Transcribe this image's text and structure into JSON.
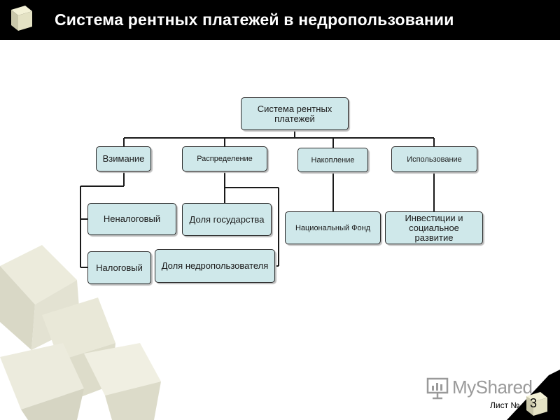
{
  "header": {
    "title": "Система рентных платежей в недропользовании"
  },
  "diagram": {
    "root": "Система рентных платежей",
    "branches": {
      "vzimanie": "Взимание",
      "raspredelenie": "Распределение",
      "nakoplenie": "Накопление",
      "ispolzovanie": "Использование"
    },
    "leaves": {
      "nenalogovy": "Неналоговый",
      "nalogovy": "Налоговый",
      "dolya_gosudarstva": "Доля государства",
      "dolya_nedropolzovatelya": "Доля недропользователя",
      "nacionalny_fond": "Национальный Фонд",
      "investicii": "Инвестиции и социальное развитие"
    }
  },
  "watermark": {
    "text": "MyShared"
  },
  "footer": {
    "sheet_label": "Лист №",
    "sheet_number": "3"
  },
  "colors": {
    "header_bg": "#000000",
    "box_fill": "#cfe8ea",
    "box_border": "#2a2a2a"
  }
}
